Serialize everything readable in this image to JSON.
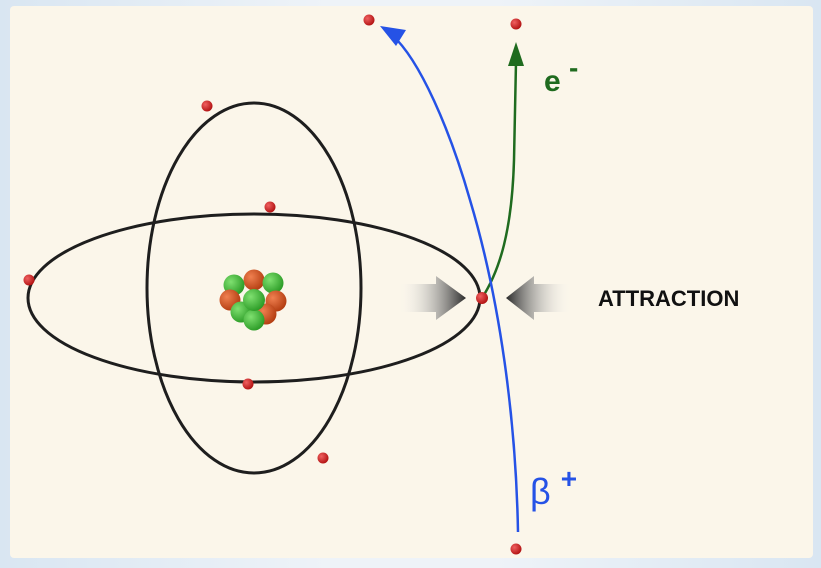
{
  "labels": {
    "electron": "e",
    "electron_sign": "-",
    "positron": "β",
    "positron_sign": "+",
    "attraction": "ATTRACTION"
  },
  "colors": {
    "panel": "#fbf6ea",
    "orbit": "#222222",
    "particle": "#d21f1f",
    "proton": "#d1521c",
    "neutron": "#3fbf38",
    "electron_path": "#1f6b1f",
    "positron_path": "#2552e6",
    "arrow": "#333333"
  }
}
